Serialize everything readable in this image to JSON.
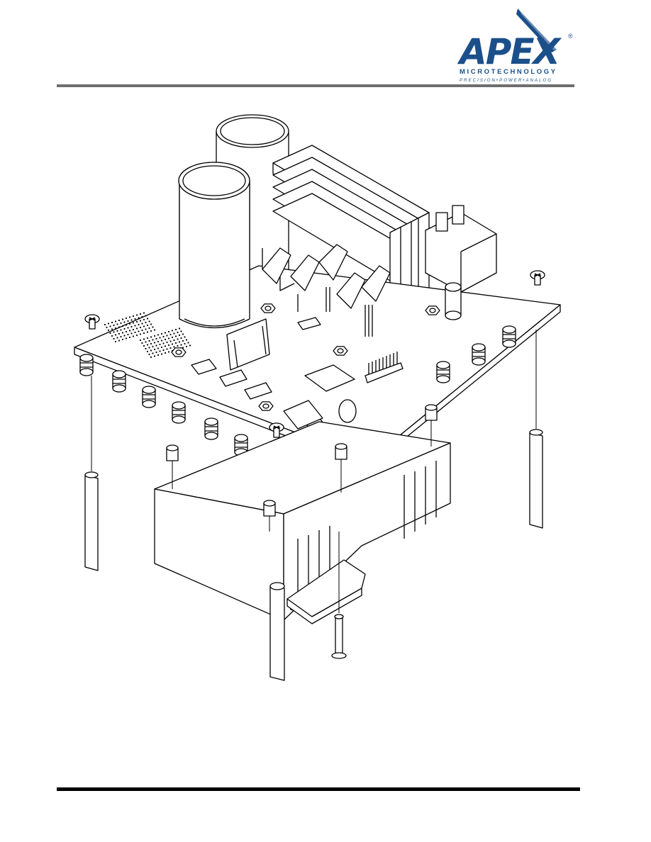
{
  "header": {
    "logo_text": "APEX",
    "logo_trademark": "®",
    "logo_subtitle": "MICROTECHNOLOGY",
    "logo_tagline": "PRECISION•POWER•ANALOG",
    "brand_color": "#1b4f8a",
    "rule_color": "#6e6e6e"
  },
  "illustration": {
    "subject": "exploded-assembly-drawing-evaluation-board"
  },
  "footer": {
    "rule_color": "#000000"
  }
}
